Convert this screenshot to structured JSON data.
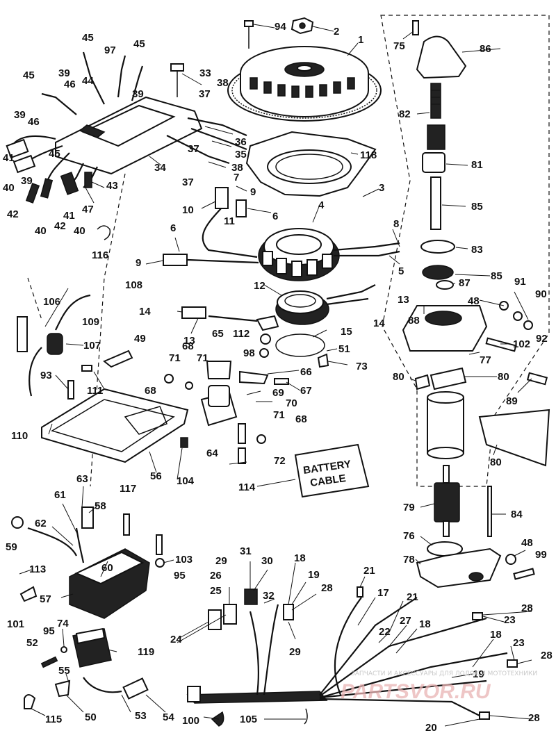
{
  "labels": {
    "l1": "1",
    "l2": "2",
    "l3": "3",
    "l4": "4",
    "l5": "5",
    "l6a": "6",
    "l6b": "6",
    "l7": "7",
    "l8": "8",
    "l9a": "9",
    "l9b": "9",
    "l10": "10",
    "l11": "11",
    "l12": "12",
    "l13a": "13",
    "l13b": "13",
    "l14a": "14",
    "l14b": "14",
    "l15": "15",
    "l17": "17",
    "l18a": "18",
    "l18b": "18",
    "l18c": "18",
    "l19a": "19",
    "l19b": "19",
    "l20": "20",
    "l21a": "21",
    "l21b": "21",
    "l22": "22",
    "l23a": "23",
    "l23b": "23",
    "l24": "24",
    "l25": "25",
    "l26": "26",
    "l27": "27",
    "l28a": "28",
    "l28b": "28",
    "l28c": "28",
    "l28d": "28",
    "l29a": "29",
    "l29b": "29",
    "l30": "30",
    "l31": "31",
    "l32": "32",
    "l33": "33",
    "l34": "34",
    "l35": "35",
    "l36": "36",
    "l37a": "37",
    "l37b": "37",
    "l37c": "37",
    "l38a": "38",
    "l38b": "38",
    "l39a": "39",
    "l39b": "39",
    "l39c": "39",
    "l39d": "39",
    "l40a": "40",
    "l40b": "40",
    "l40c": "40",
    "l41a": "41",
    "l41b": "41",
    "l42a": "42",
    "l42b": "42",
    "l43": "43",
    "l44": "44",
    "l45a": "45",
    "l45b": "45",
    "l45c": "45",
    "l45d": "45",
    "l46a": "46",
    "l46b": "46",
    "l47": "47",
    "l48a": "48",
    "l48b": "48",
    "l49": "49",
    "l50": "50",
    "l51": "51",
    "l52": "52",
    "l53": "53",
    "l54": "54",
    "l55": "55",
    "l56": "56",
    "l57": "57",
    "l58": "58",
    "l59": "59",
    "l60": "60",
    "l61": "61",
    "l62": "62",
    "l63": "63",
    "l64": "64",
    "l65": "65",
    "l66": "66",
    "l67": "67",
    "l68a": "68",
    "l68b": "68",
    "l68c": "68",
    "l69": "69",
    "l70": "70",
    "l71a": "71",
    "l71b": "71",
    "l71c": "71",
    "l72": "72",
    "l73": "73",
    "l74": "74",
    "l75": "75",
    "l76": "76",
    "l77": "77",
    "l78": "78",
    "l79": "79",
    "l80a": "80",
    "l80b": "80",
    "l80c": "80",
    "l81": "81",
    "l82": "82",
    "l83": "83",
    "l84": "84",
    "l85a": "85",
    "l85b": "85",
    "l86": "86",
    "l87": "87",
    "l88": "88",
    "l89": "89",
    "l90": "90",
    "l91": "91",
    "l92": "92",
    "l93": "93",
    "l94": "94",
    "l95a": "95",
    "l95b": "95",
    "l97": "97",
    "l98": "98",
    "l99": "99",
    "l100": "100",
    "l101": "101",
    "l102": "102",
    "l103": "103",
    "l104": "104",
    "l105": "105",
    "l106": "106",
    "l107": "107",
    "l108": "108",
    "l109": "109",
    "l110": "110",
    "l111": "111",
    "l112": "112",
    "l113": "113",
    "l114": "114",
    "l115": "115",
    "l116": "116",
    "l117": "117",
    "l118": "118",
    "l119": "119"
  },
  "battery_cable": {
    "line1": "BATTERY",
    "line2": "CABLE"
  },
  "watermark": {
    "caption": "ЗАПЧАСТИ И АКСЕССУАРЫ ДЛЯ ЛОДОК И МОТОТЕХНИКИ",
    "brand": "PARTSVOR.RU"
  }
}
